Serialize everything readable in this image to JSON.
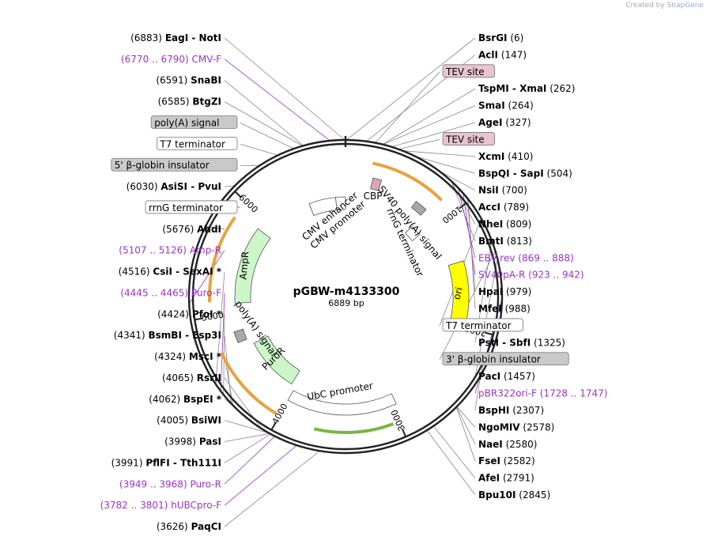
{
  "brand": {
    "created_by": "Created by",
    "app": "SnapGene"
  },
  "plasmid": {
    "name": "pGBW-m4133300",
    "size_label": "6889 bp",
    "length": 6889
  },
  "ticks": [
    {
      "bp": 1000,
      "label": "1000"
    },
    {
      "bp": 2000,
      "label": "2000"
    },
    {
      "bp": 3000,
      "label": "3000"
    },
    {
      "bp": 4000,
      "label": "4000"
    },
    {
      "bp": 5000,
      "label": "5000"
    },
    {
      "bp": 6000,
      "label": "6000"
    }
  ],
  "sites_right": [
    {
      "name": "BsrGI",
      "pos": "(6)",
      "bp": 6
    },
    {
      "name": "AclI",
      "pos": "(147)",
      "bp": 147
    },
    {
      "box": "TEV site",
      "boxColor": "#e8c4cf",
      "bp": 210
    },
    {
      "name": "TspMI  -  XmaI",
      "pos": "(262)",
      "bp": 262
    },
    {
      "name": "SmaI",
      "pos": "(264)",
      "bp": 264
    },
    {
      "name": "AgeI",
      "pos": "(327)",
      "bp": 327
    },
    {
      "box": "TEV site",
      "boxColor": "#e8c4cf",
      "bp": 380
    },
    {
      "name": "XcmI",
      "pos": "(410)",
      "bp": 410
    },
    {
      "name": "BspQI  -  SapI",
      "pos": "(504)",
      "bp": 504
    },
    {
      "name": "NsiI",
      "pos": "(700)",
      "bp": 700
    },
    {
      "name": "AccI",
      "pos": "(789)",
      "bp": 789
    },
    {
      "name": "NheI",
      "pos": "(809)",
      "bp": 809
    },
    {
      "name": "BmtI",
      "pos": "(813)",
      "bp": 813
    },
    {
      "primer": "EBV-rev",
      "pos": "(869 .. 888)",
      "bp": 878
    },
    {
      "primer": "SV40pA-R",
      "pos": "(923 .. 942)",
      "bp": 932
    },
    {
      "name": "HpaI",
      "pos": "(979)",
      "bp": 979
    },
    {
      "name": "MfeI",
      "pos": "(988)",
      "bp": 988
    },
    {
      "box": "T7 terminator",
      "boxColor": "#ffffff",
      "bp": 1150
    },
    {
      "name": "PstI  -  SbfI",
      "pos": "(1325)",
      "bp": 1325
    },
    {
      "box": "3' β-globin insulator",
      "boxColor": "#c9c9c9",
      "bp": 1400
    },
    {
      "name": "PacI",
      "pos": "(1457)",
      "bp": 1457
    },
    {
      "primer": "pBR322ori-F",
      "pos": "(1728 .. 1747)",
      "bp": 1737
    },
    {
      "name": "BspHI",
      "pos": "(2307)",
      "bp": 2307
    },
    {
      "name": "NgoMIV",
      "pos": "(2578)",
      "bp": 2578
    },
    {
      "name": "NaeI",
      "pos": "(2580)",
      "bp": 2580
    },
    {
      "name": "FseI",
      "pos": "(2582)",
      "bp": 2582
    },
    {
      "name": "AfeI",
      "pos": "(2791)",
      "bp": 2791
    },
    {
      "name": "Bpu10I",
      "pos": "(2845)",
      "bp": 2845
    }
  ],
  "sites_left": [
    {
      "name": "EagI  -  NotI",
      "pos": "(6883)",
      "bp": 6883
    },
    {
      "primer": "CMV-F",
      "pos": "(6770 .. 6790)",
      "bp": 6780
    },
    {
      "name": "SnaBI",
      "pos": "(6591)",
      "bp": 6591
    },
    {
      "name": "BtgZI",
      "pos": "(6585)",
      "bp": 6585
    },
    {
      "box": "poly(A) signal",
      "boxColor": "#c9c9c9",
      "bp": 6520
    },
    {
      "box": "T7 terminator",
      "boxColor": "#ffffff",
      "bp": 6400
    },
    {
      "box": "5' β-globin insulator",
      "boxColor": "#c9c9c9",
      "bp": 6250
    },
    {
      "name": "AsiSI  -  PvuI",
      "pos": "(6030)",
      "bp": 6030
    },
    {
      "box": "rrnG terminator",
      "boxColor": "#ffffff",
      "bp": 5900
    },
    {
      "name": "AhdI",
      "pos": "(5676)",
      "bp": 5676
    },
    {
      "primer": "Amp-R",
      "pos": "(5107 .. 5126)",
      "bp": 5116
    },
    {
      "name": "CsiI  -  SexAI *",
      "pos": "(4516)",
      "bp": 4516
    },
    {
      "primer": "Puro-F",
      "pos": "(4445 .. 4465)",
      "bp": 4455
    },
    {
      "name": "PfoI *",
      "pos": "(4424)",
      "bp": 4424
    },
    {
      "name": "BsmBI  -  Esp3I",
      "pos": "(4341)",
      "bp": 4341
    },
    {
      "name": "MscI *",
      "pos": "(4324)",
      "bp": 4324
    },
    {
      "name": "RsrII",
      "pos": "(4065)",
      "bp": 4065
    },
    {
      "name": "BspEI *",
      "pos": "(4062)",
      "bp": 4062
    },
    {
      "name": "BsiWI",
      "pos": "(4005)",
      "bp": 4005
    },
    {
      "name": "PasI",
      "pos": "(3998)",
      "bp": 3998
    },
    {
      "name": "PflFI  -  Tth111I",
      "pos": "(3991)",
      "bp": 3991
    },
    {
      "primer": "Puro-R",
      "pos": "(3949 .. 3968)",
      "bp": 3958
    },
    {
      "primer": "hUBCpro-F",
      "pos": "(3782 .. 3801)",
      "bp": 3791
    },
    {
      "name": "PaqCI",
      "pos": "(3626)",
      "bp": 3626
    }
  ],
  "features": [
    {
      "label": "CMV enhancer",
      "color": "#ffffff",
      "start": 6480,
      "end": 6780
    },
    {
      "label": "CMV promoter",
      "color": "#ffffff",
      "start": 6780,
      "end": 6889
    },
    {
      "label": "CBP",
      "color": "#d9a6b5",
      "start": 250,
      "end": 330
    },
    {
      "label": "SV40 poly(A) signal",
      "color": "#a8a8a8",
      "start": 700,
      "end": 820
    },
    {
      "label": "rrnG terminator",
      "color": "#ffffff",
      "start": 830,
      "end": 960
    },
    {
      "label": "ori",
      "color": "#ffff00",
      "start": 1400,
      "end": 1990
    },
    {
      "label": "UbC promoter",
      "color": "#ffffff",
      "start": 2960,
      "end": 4000
    },
    {
      "label": "PuroR",
      "color": "#ccf5c8",
      "start": 4050,
      "end": 4650
    },
    {
      "label": "poly(A) signal",
      "color": "#a8a8a8",
      "start": 4720,
      "end": 4830
    },
    {
      "label": "AmpR",
      "color": "#ccf5c8",
      "start": 5100,
      "end": 5890
    }
  ],
  "colors": {
    "orange_orf": "#e8a33d",
    "green_orf": "#7ab648",
    "primer": "#9933cc"
  }
}
